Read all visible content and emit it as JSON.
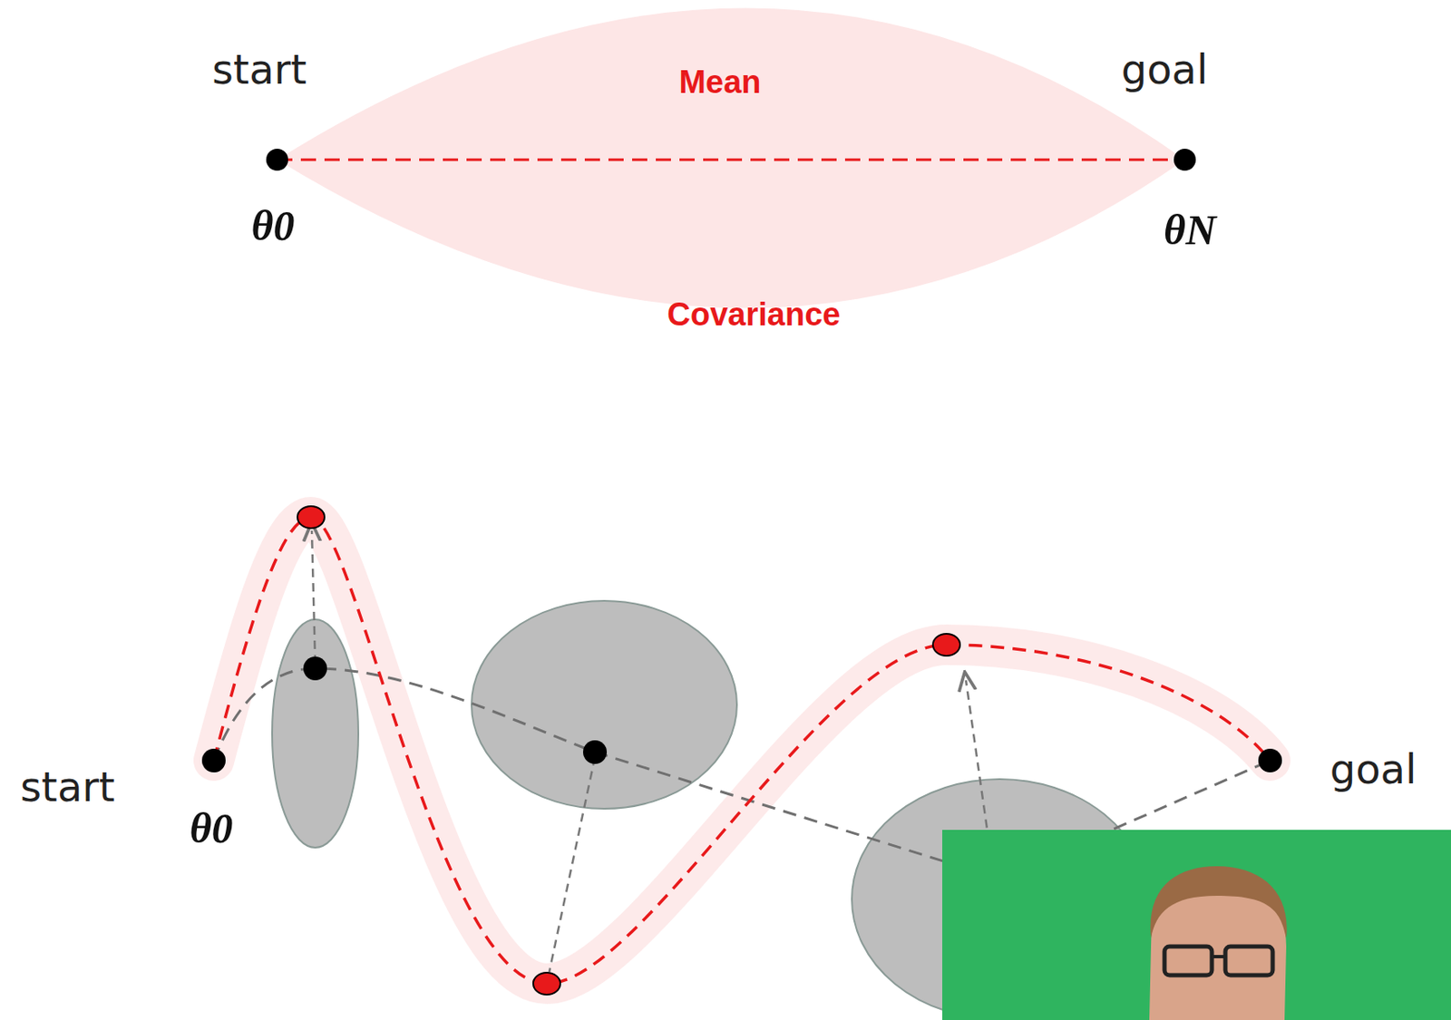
{
  "diagram": {
    "labels": [
      "start",
      "goal",
      "Mean",
      "Covariance",
      "θ0",
      "θN",
      "start",
      "θ0",
      "goal"
    ]
  }
}
